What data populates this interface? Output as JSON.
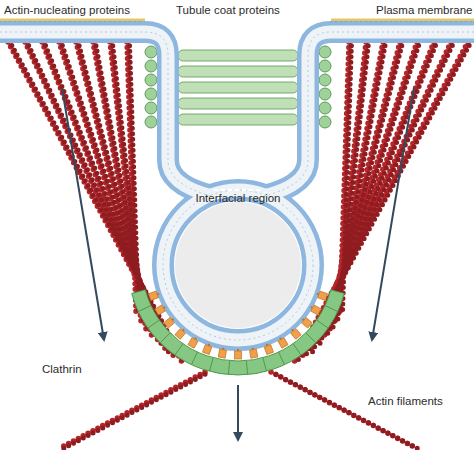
{
  "diagram": {
    "labels": [
      "Actin-nucleating proteins",
      "Tubule coat proteins",
      "Plasma membrane",
      "Interfacial region",
      "Clathrin",
      "Actin filaments"
    ]
  }
}
